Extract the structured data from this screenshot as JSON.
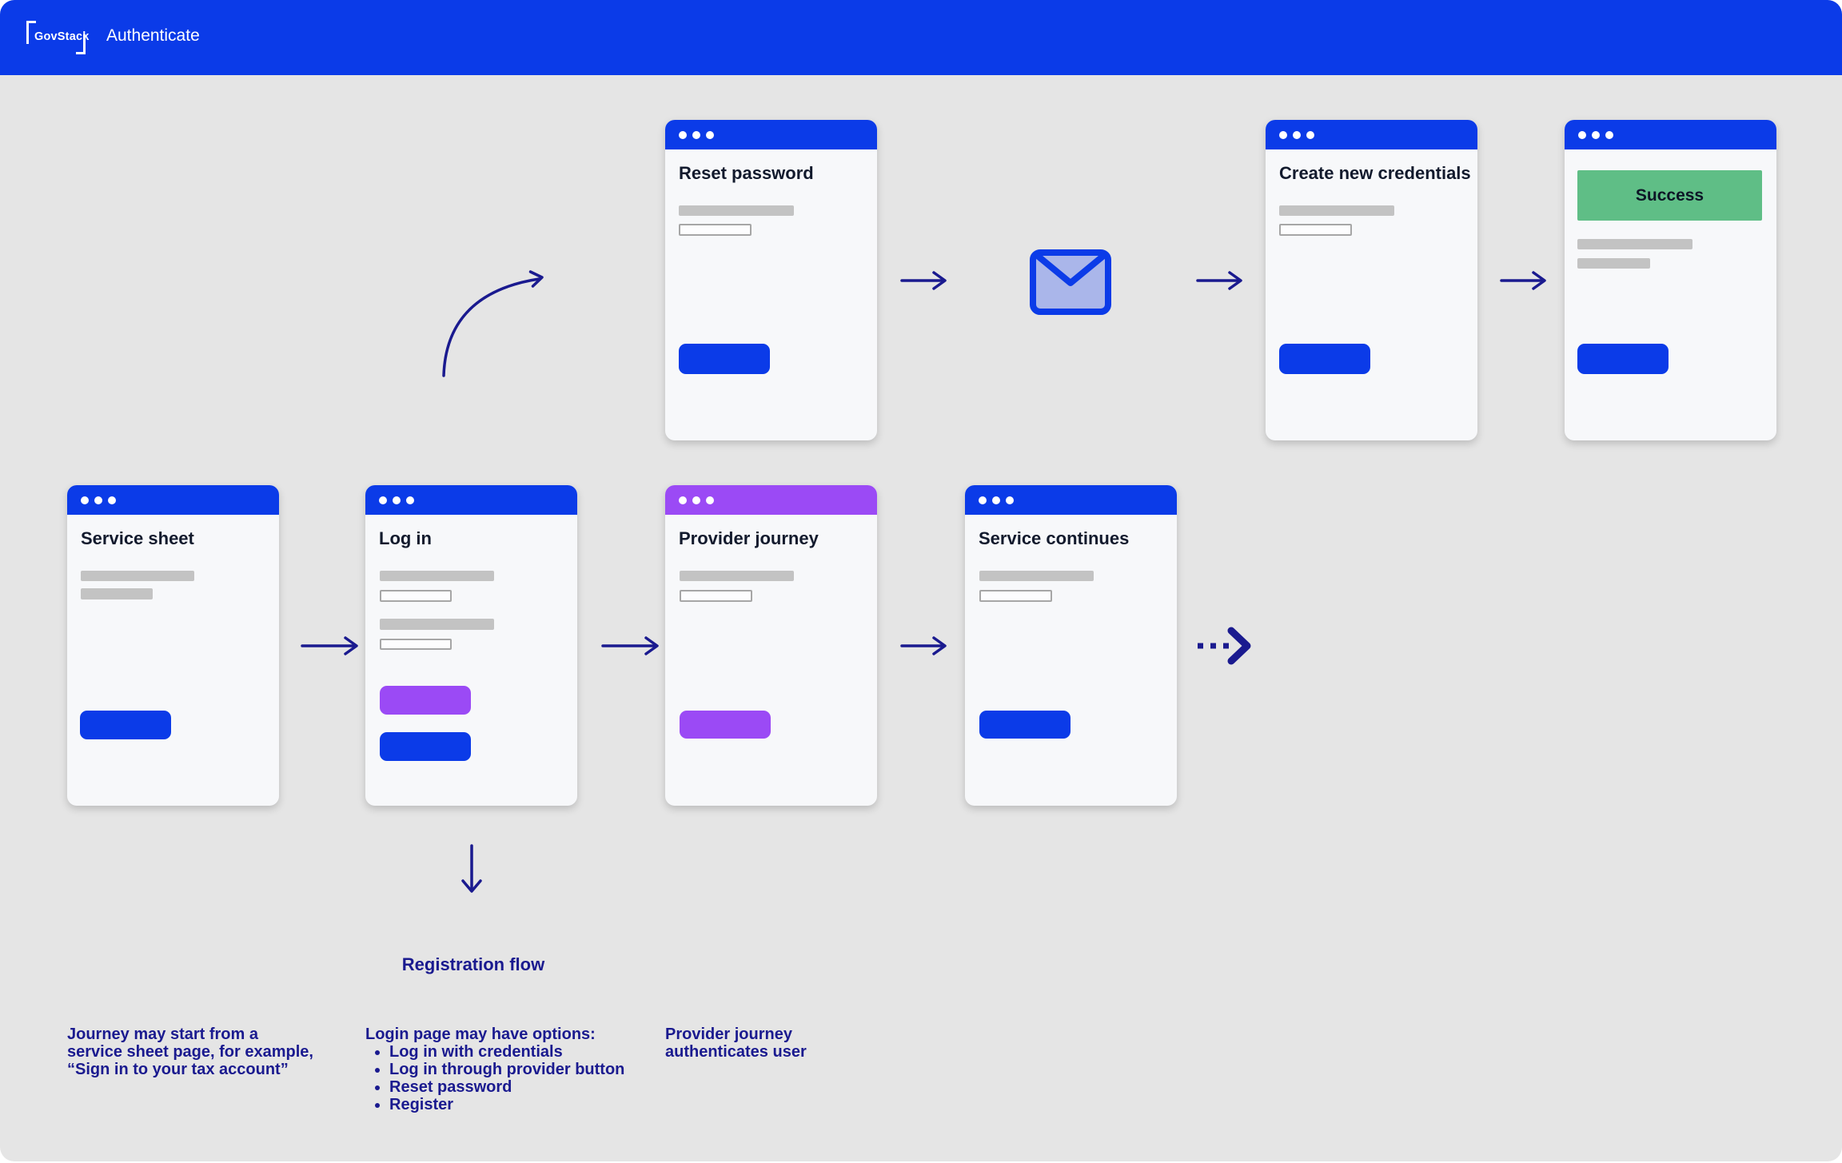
{
  "header": {
    "logo": "GovStack",
    "title": "Authenticate"
  },
  "colors": {
    "blue": "#0b3be8",
    "purple": "#9b4af5",
    "green": "#5fbe86",
    "navy": "#1a1a8f",
    "canvas": "#e5e5e5",
    "card": "#f7f8fa",
    "bar": "#c3c3c3",
    "ink": "#121a2d"
  },
  "cards": {
    "reset_password": {
      "title": "Reset password"
    },
    "create_credentials": {
      "title": "Create new credentials"
    },
    "success": {
      "banner": "Success"
    },
    "service_sheet": {
      "title": "Service sheet"
    },
    "log_in": {
      "title": "Log in"
    },
    "provider_journey": {
      "title": "Provider journey"
    },
    "service_continues": {
      "title": "Service continues"
    }
  },
  "labels": {
    "registration_flow": "Registration flow"
  },
  "annotations": {
    "journey_start": {
      "lines": [
        "Journey may start from a",
        "service sheet page, for example,",
        "“Sign in to your tax account”"
      ]
    },
    "login_options": {
      "heading": "Login page may have options:",
      "bullets": [
        "Log in with credentials",
        "Log in through provider button",
        "Reset password",
        "Register"
      ]
    },
    "provider_auth": {
      "lines": [
        "Provider journey",
        "authenticates user"
      ]
    }
  },
  "icons": {
    "mail": "mail-icon",
    "arrow_right": "arrow-right-icon",
    "arrow_down": "arrow-down-icon",
    "arrow_curved": "curved-arrow-icon",
    "arrow_dashed": "dashed-arrow-icon",
    "window_dots": "window-dots-icon"
  }
}
